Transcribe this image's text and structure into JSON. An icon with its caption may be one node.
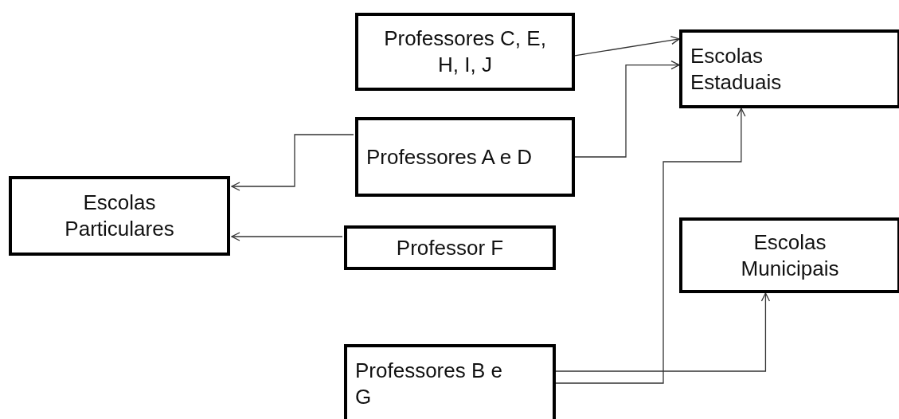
{
  "diagram": {
    "nodes": [
      {
        "text": [
          "Professores C, E, H, I, J"
        ]
      },
      {
        "text": [
          "Escolas Estaduais"
        ]
      },
      {
        "text": [
          "Professores A e D"
        ]
      },
      {
        "text": [
          "Escolas Particulares"
        ]
      },
      {
        "text": [
          "Professor F"
        ]
      },
      {
        "text": [
          "Escolas Municipais"
        ]
      },
      {
        "text": [
          "Professores B e G"
        ]
      }
    ],
    "edges": [
      {
        "from": 0,
        "to": 1,
        "arrow": "to"
      },
      {
        "from": 2,
        "to": 1,
        "arrow": "to"
      },
      {
        "from": 2,
        "to": 3,
        "arrow": "to"
      },
      {
        "from": 4,
        "to": 3,
        "arrow": "to"
      },
      {
        "from": 6,
        "to": 1,
        "arrow": "to"
      },
      {
        "from": 6,
        "to": 5,
        "arrow": "to"
      }
    ]
  }
}
